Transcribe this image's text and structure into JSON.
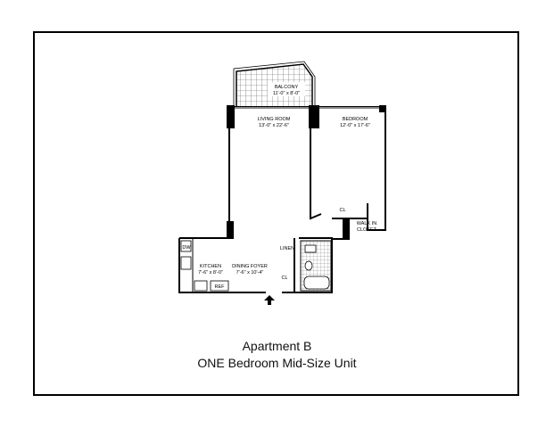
{
  "plan": {
    "rooms": [
      {
        "name": "BALCONY",
        "size": "11'-0\" x 8'-0\""
      },
      {
        "name": "LIVING ROOM",
        "size": "13'-0\" x 22'-6\""
      },
      {
        "name": "BEDROOM",
        "size": "12'-0\" x 17'-6\""
      },
      {
        "name": "KITCHEN",
        "size": "7'-6\" x 8'-0\""
      },
      {
        "name": "DINING FOYER",
        "size": "7'-6\" x 10'-4\""
      }
    ],
    "labels": {
      "closet_bedroom": "CL",
      "walk_in_1": "WALK IN",
      "walk_in_2": "CLOSET",
      "linen": "LINEN",
      "closet_foyer": "CL",
      "dishwasher": "DW",
      "refrigerator": "REF"
    }
  },
  "caption": {
    "title": "Apartment B",
    "subtitle": "ONE Bedroom  Mid-Size Unit"
  }
}
